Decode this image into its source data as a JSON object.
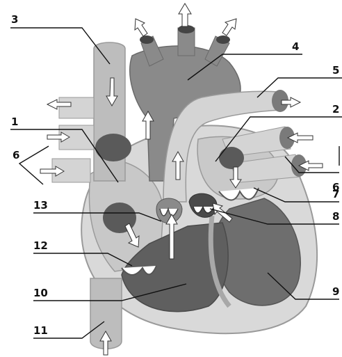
{
  "labels": {
    "l1": "1",
    "l2": "2",
    "l3": "3",
    "l4": "4",
    "l5": "5",
    "l6a": "6",
    "l6b": "6",
    "l7": "7",
    "l8": "8",
    "l9": "9",
    "l10": "10",
    "l11": "11",
    "l12": "12",
    "l13": "13"
  },
  "colors": {
    "background": "#ffffff",
    "deoxygenated_vessel": "#bdbdbd",
    "oxygenated_vessel": "#8a8a8a",
    "left_chambers": "#5f5f5f",
    "pulmonary_vessel": "#d4d4d4",
    "valve_dark": "#4a4a4a",
    "heart_outline": "#d9d9d9",
    "label_text": "#111111"
  }
}
